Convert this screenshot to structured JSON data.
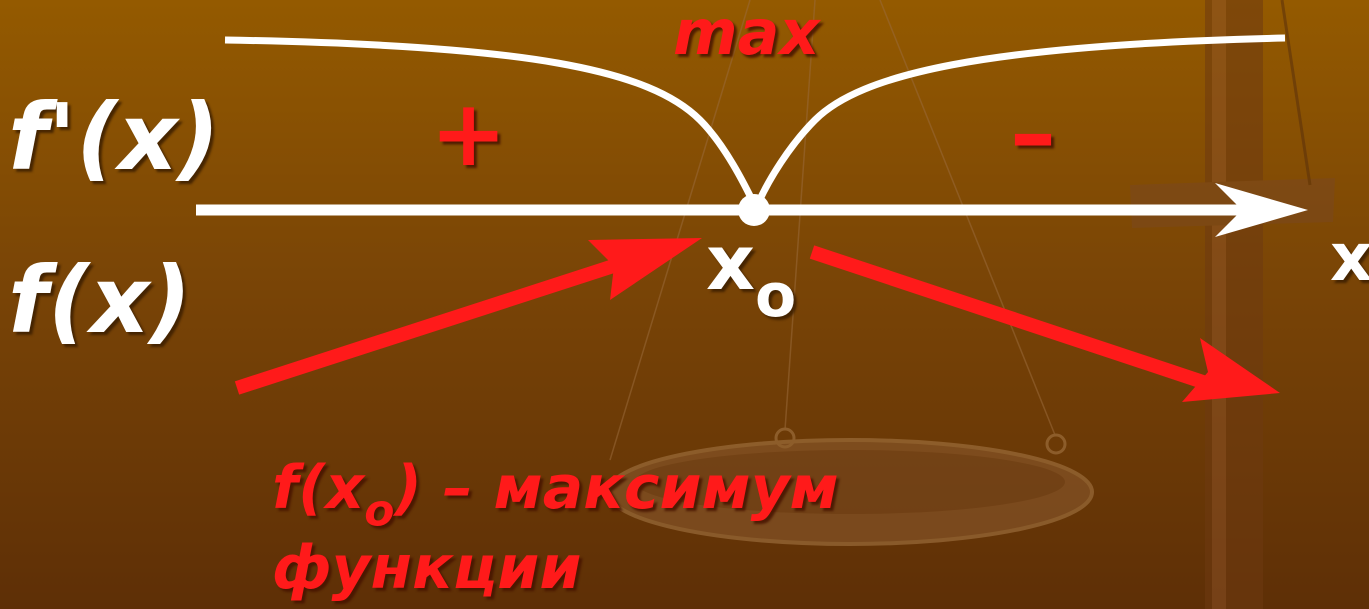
{
  "labels": {
    "derivative": "f'(x)",
    "function": "f(x)",
    "max": "max",
    "plus": "+",
    "minus": "–",
    "axis_x": "x",
    "point": "x",
    "point_sub": "o"
  },
  "caption": {
    "prefix": "f(x",
    "sub": "o",
    "suffix": ") – максимум",
    "line2": "функции"
  },
  "colors": {
    "background_top": "#945a00",
    "background_bottom": "#5e2f06",
    "axis_and_curve": "#ffffff",
    "arrows_and_caption": "#ff1a1a"
  }
}
